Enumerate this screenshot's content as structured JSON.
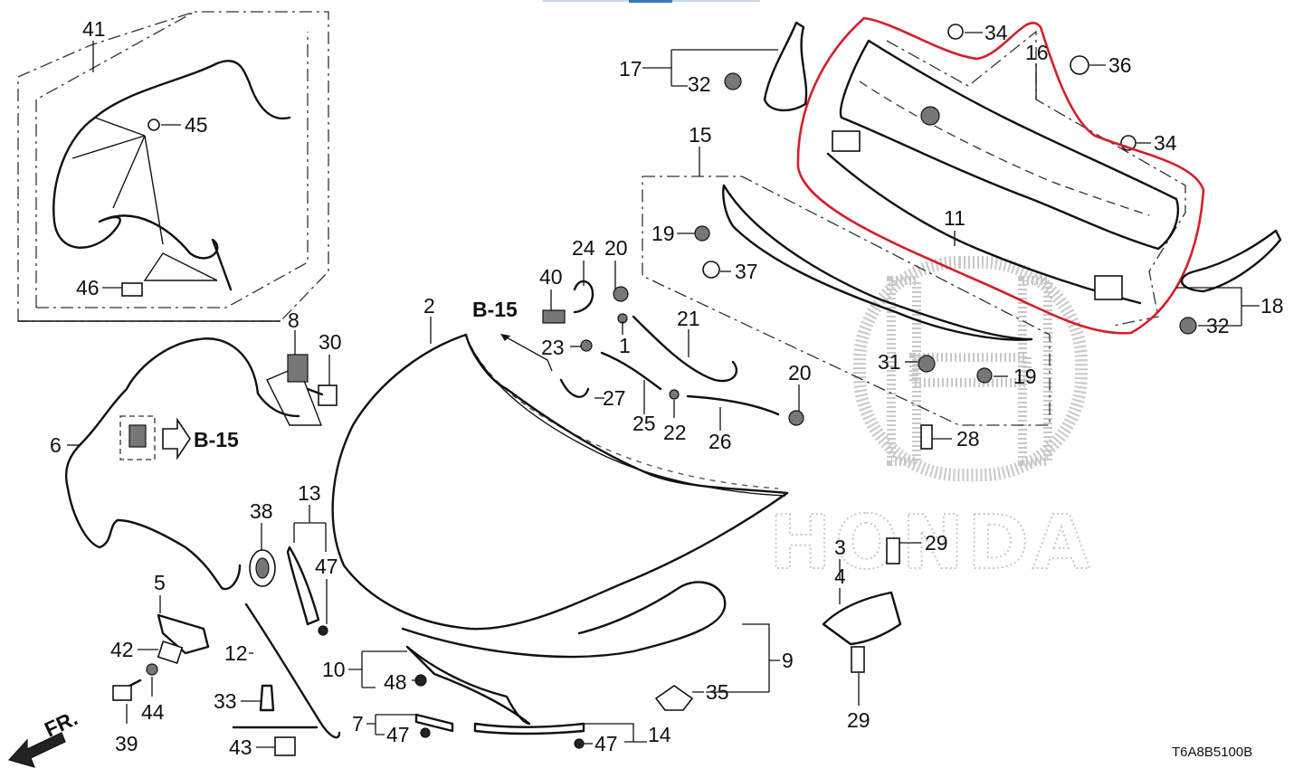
{
  "diagram": {
    "code": "T6A8B5100B",
    "watermark": "HONDA",
    "front_marker": "FR.",
    "section_ref": "B-15",
    "callouts": [
      {
        "id": "c41",
        "text": "41"
      },
      {
        "id": "c45",
        "text": "45"
      },
      {
        "id": "c46",
        "text": "46"
      },
      {
        "id": "c8",
        "text": "8"
      },
      {
        "id": "c30",
        "text": "30"
      },
      {
        "id": "c6",
        "text": "6"
      },
      {
        "id": "c2",
        "text": "2"
      },
      {
        "id": "c40",
        "text": "40"
      },
      {
        "id": "c24",
        "text": "24"
      },
      {
        "id": "c20a",
        "text": "20"
      },
      {
        "id": "c23",
        "text": "23"
      },
      {
        "id": "c1",
        "text": "1"
      },
      {
        "id": "c21",
        "text": "21"
      },
      {
        "id": "c27",
        "text": "27"
      },
      {
        "id": "c25",
        "text": "25"
      },
      {
        "id": "c22",
        "text": "22"
      },
      {
        "id": "c26",
        "text": "26"
      },
      {
        "id": "c20b",
        "text": "20"
      },
      {
        "id": "c17",
        "text": "17"
      },
      {
        "id": "c32a",
        "text": "32"
      },
      {
        "id": "c34a",
        "text": "34"
      },
      {
        "id": "c16",
        "text": "16"
      },
      {
        "id": "c36",
        "text": "36"
      },
      {
        "id": "c34b",
        "text": "34"
      },
      {
        "id": "c15",
        "text": "15"
      },
      {
        "id": "c19a",
        "text": "19"
      },
      {
        "id": "c37",
        "text": "37"
      },
      {
        "id": "c11",
        "text": "11"
      },
      {
        "id": "c18",
        "text": "18"
      },
      {
        "id": "c32b",
        "text": "32"
      },
      {
        "id": "c31",
        "text": "31"
      },
      {
        "id": "c19b",
        "text": "19"
      },
      {
        "id": "c28",
        "text": "28"
      },
      {
        "id": "c38",
        "text": "38"
      },
      {
        "id": "c13",
        "text": "13"
      },
      {
        "id": "c47a",
        "text": "47"
      },
      {
        "id": "c5",
        "text": "5"
      },
      {
        "id": "c12",
        "text": "12"
      },
      {
        "id": "c42",
        "text": "42"
      },
      {
        "id": "c44",
        "text": "44"
      },
      {
        "id": "c39",
        "text": "39"
      },
      {
        "id": "c33",
        "text": "33"
      },
      {
        "id": "c43",
        "text": "43"
      },
      {
        "id": "c10",
        "text": "10"
      },
      {
        "id": "c48",
        "text": "48"
      },
      {
        "id": "c7",
        "text": "7"
      },
      {
        "id": "c47b",
        "text": "47"
      },
      {
        "id": "c14",
        "text": "14"
      },
      {
        "id": "c47c",
        "text": "47"
      },
      {
        "id": "c9",
        "text": "9"
      },
      {
        "id": "c35",
        "text": "35"
      },
      {
        "id": "c3",
        "text": "3"
      },
      {
        "id": "c4",
        "text": "4"
      },
      {
        "id": "c29a",
        "text": "29"
      },
      {
        "id": "c29b",
        "text": "29"
      }
    ]
  }
}
